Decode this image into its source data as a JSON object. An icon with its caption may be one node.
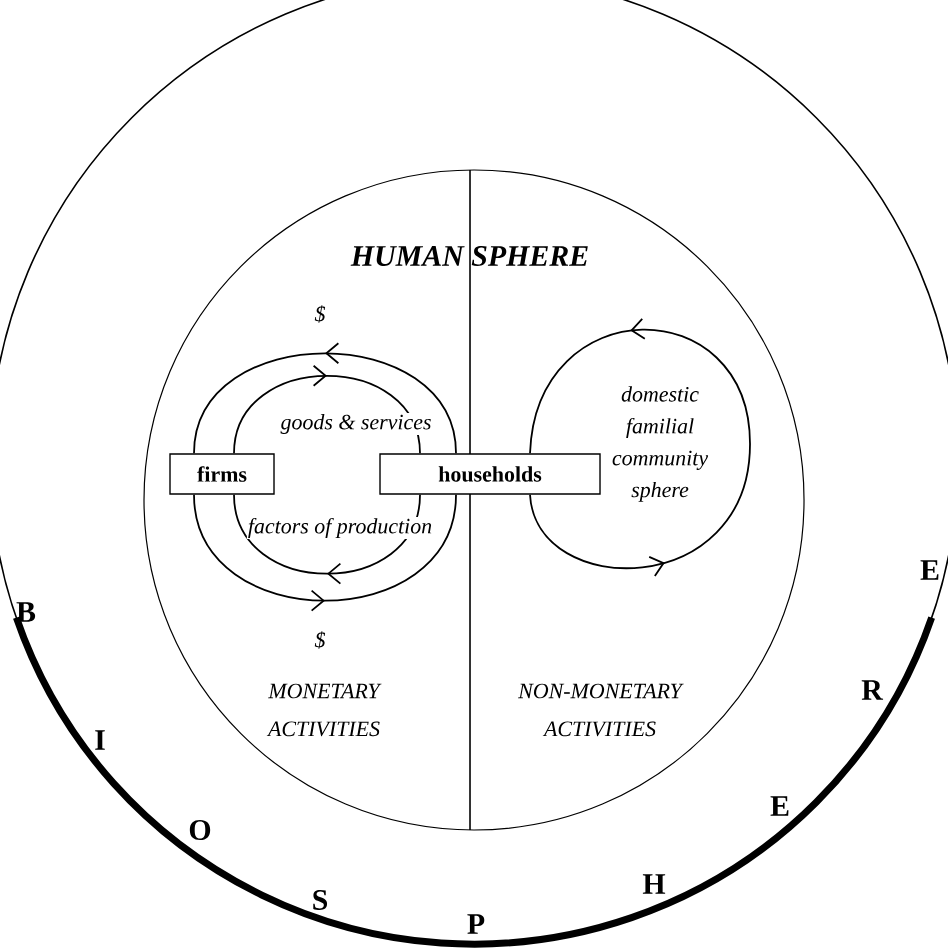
{
  "diagram": {
    "nodes": [
      {
        "text": [
          "HUMAN SPHERE"
        ]
      },
      {
        "text": [
          "firms"
        ],
        "in": 0
      },
      {
        "text": [
          "households"
        ],
        "in": 0
      }
    ],
    "edges": [
      {
        "from": 2,
        "to": 1,
        "arrow": "to",
        "label": "$"
      },
      {
        "from": 1,
        "to": 2,
        "arrow": "to",
        "label": "goods & services"
      },
      {
        "from": 2,
        "to": 1,
        "arrow": "to",
        "label": "factors of production"
      },
      {
        "from": 1,
        "to": 2,
        "arrow": "to",
        "label": "$"
      },
      {
        "from": 2,
        "to": 2,
        "arrow": "to"
      }
    ],
    "labels": [
      "domestic familial community sphere",
      "MONETARY ACTIVITIES",
      "NON-MONETARY ACTIVITIES",
      "B",
      "I",
      "O",
      "S",
      "P",
      "H",
      "E",
      "R",
      "E"
    ]
  }
}
